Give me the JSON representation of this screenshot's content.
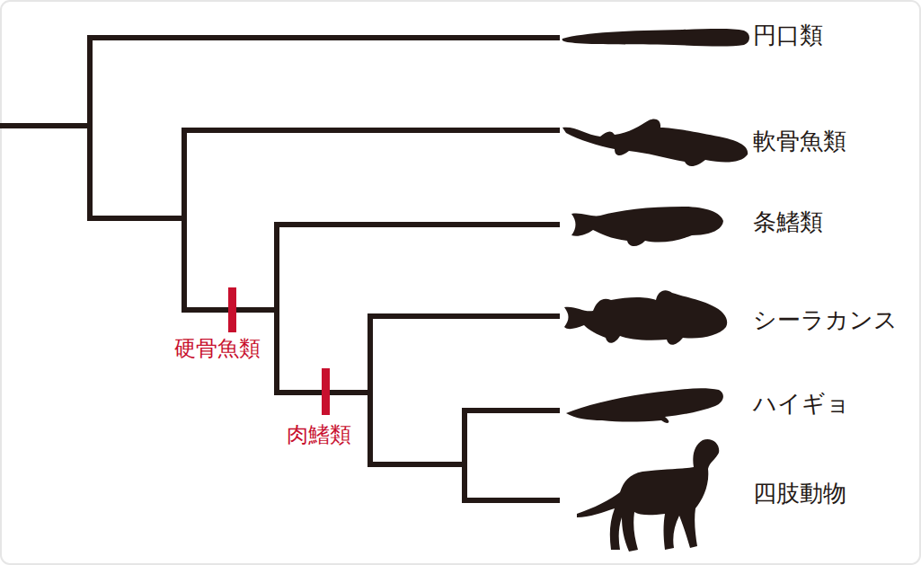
{
  "diagram": {
    "labels": [
      "円口類",
      "軟骨魚類",
      "条鰭類",
      "シーラカンス",
      "硬骨魚類",
      "ハイギョ",
      "肉鰭類",
      "四肢動物"
    ]
  }
}
